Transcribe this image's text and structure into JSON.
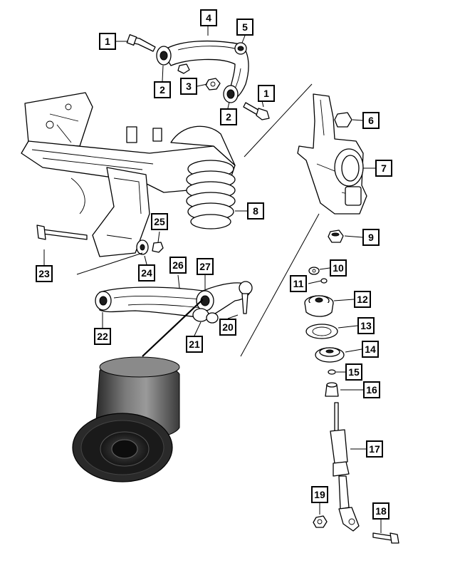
{
  "diagram": {
    "callouts": [
      {
        "id": "c1a",
        "label": "1"
      },
      {
        "id": "c1b",
        "label": "1"
      },
      {
        "id": "c2a",
        "label": "2"
      },
      {
        "id": "c2b",
        "label": "2"
      },
      {
        "id": "c3",
        "label": "3"
      },
      {
        "id": "c4",
        "label": "4"
      },
      {
        "id": "c5",
        "label": "5"
      },
      {
        "id": "c6",
        "label": "6"
      },
      {
        "id": "c7",
        "label": "7"
      },
      {
        "id": "c8",
        "label": "8"
      },
      {
        "id": "c9",
        "label": "9"
      },
      {
        "id": "c10",
        "label": "10"
      },
      {
        "id": "c11",
        "label": "11"
      },
      {
        "id": "c12",
        "label": "12"
      },
      {
        "id": "c13",
        "label": "13"
      },
      {
        "id": "c14",
        "label": "14"
      },
      {
        "id": "c15",
        "label": "15"
      },
      {
        "id": "c16",
        "label": "16"
      },
      {
        "id": "c17",
        "label": "17"
      },
      {
        "id": "c18",
        "label": "18"
      },
      {
        "id": "c19",
        "label": "19"
      },
      {
        "id": "c20",
        "label": "20"
      },
      {
        "id": "c21",
        "label": "21"
      },
      {
        "id": "c22",
        "label": "22"
      },
      {
        "id": "c23",
        "label": "23"
      },
      {
        "id": "c24",
        "label": "24"
      },
      {
        "id": "c25",
        "label": "25"
      },
      {
        "id": "c26",
        "label": "26"
      },
      {
        "id": "c27",
        "label": "27"
      }
    ],
    "colors": {
      "line": "#000000",
      "bushing_rubber": "#1c1c1c",
      "bushing_shell": "#6e6e6e"
    }
  }
}
